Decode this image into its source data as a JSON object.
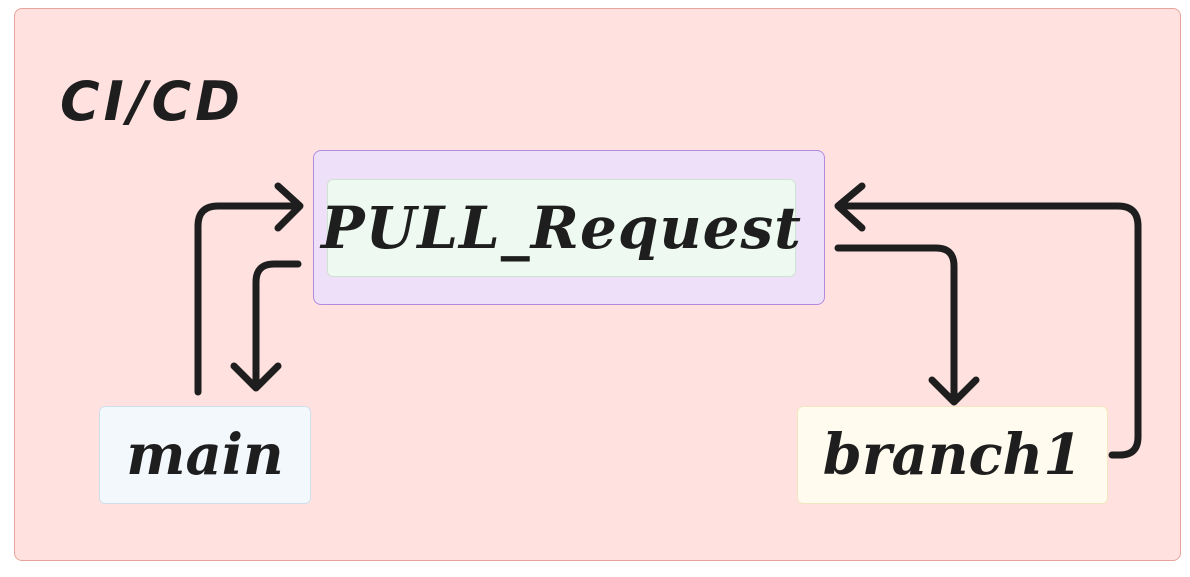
{
  "colors": {
    "group_fill": "#ffe2df",
    "group_border": "#e8a49a",
    "pr_outer_fill": "#eee0f8",
    "pr_inner_fill": "#eefaf1",
    "main_fill": "#f3f8fd",
    "branch_fill": "#fffbee",
    "stroke": "#1e1e1e"
  },
  "diagram": {
    "group_title": "CI/CD",
    "nodes": {
      "pull_request": "PULL_Request",
      "main": "main",
      "branch": "branch1"
    }
  }
}
